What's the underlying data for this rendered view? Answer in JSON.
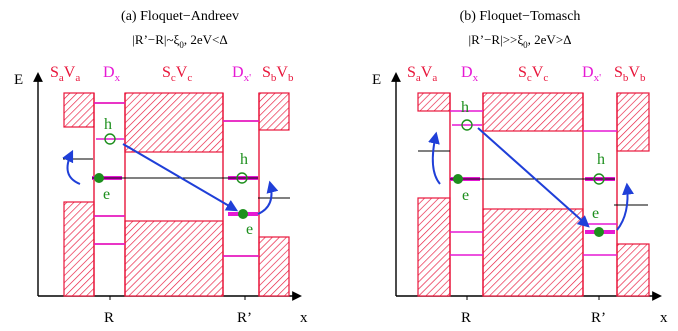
{
  "panels": [
    {
      "title": "(a) Floquet−Andreev",
      "cond_pre": "|R’−R|~ξ",
      "cond_sub": "0",
      "cond_post": ", 2eV<Δ",
      "regions": [
        {
          "main": "S",
          "sub": "a"
        },
        {
          "main": "V",
          "sub": "a"
        },
        {
          "main": "D",
          "sub": "x"
        },
        {
          "main": "S",
          "sub": "c"
        },
        {
          "main": "V",
          "sub": "c"
        },
        {
          "main": "D",
          "sub": "x'"
        },
        {
          "main": "S",
          "sub": "b"
        },
        {
          "main": "V",
          "sub": "b"
        }
      ],
      "e_axis": "E",
      "x_axis": "x",
      "ticks": [
        "R",
        "R’"
      ],
      "h_left": "h",
      "e_left": "e",
      "h_right": "h",
      "e_right": "e"
    },
    {
      "title": "(b) Floquet−Tomasch",
      "cond_pre": "|R’−R|>>ξ",
      "cond_sub": "0",
      "cond_post": ", 2eV>Δ",
      "regions": [
        {
          "main": "S",
          "sub": "a"
        },
        {
          "main": "V",
          "sub": "a"
        },
        {
          "main": "D",
          "sub": "x"
        },
        {
          "main": "S",
          "sub": "c"
        },
        {
          "main": "V",
          "sub": "c"
        },
        {
          "main": "D",
          "sub": "x'"
        },
        {
          "main": "S",
          "sub": "b"
        },
        {
          "main": "V",
          "sub": "b"
        }
      ],
      "e_axis": "E",
      "x_axis": "x",
      "ticks": [
        "R",
        "R’"
      ],
      "h_left": "h",
      "e_left": "e",
      "h_right": "h",
      "e_right": "e"
    }
  ],
  "colors": {
    "superconductor": "#e8163b",
    "dot_level": "#e619d4",
    "quasiparticle": "#1d8f1d",
    "arrow": "#1f3fd8",
    "axis": "#000000"
  }
}
